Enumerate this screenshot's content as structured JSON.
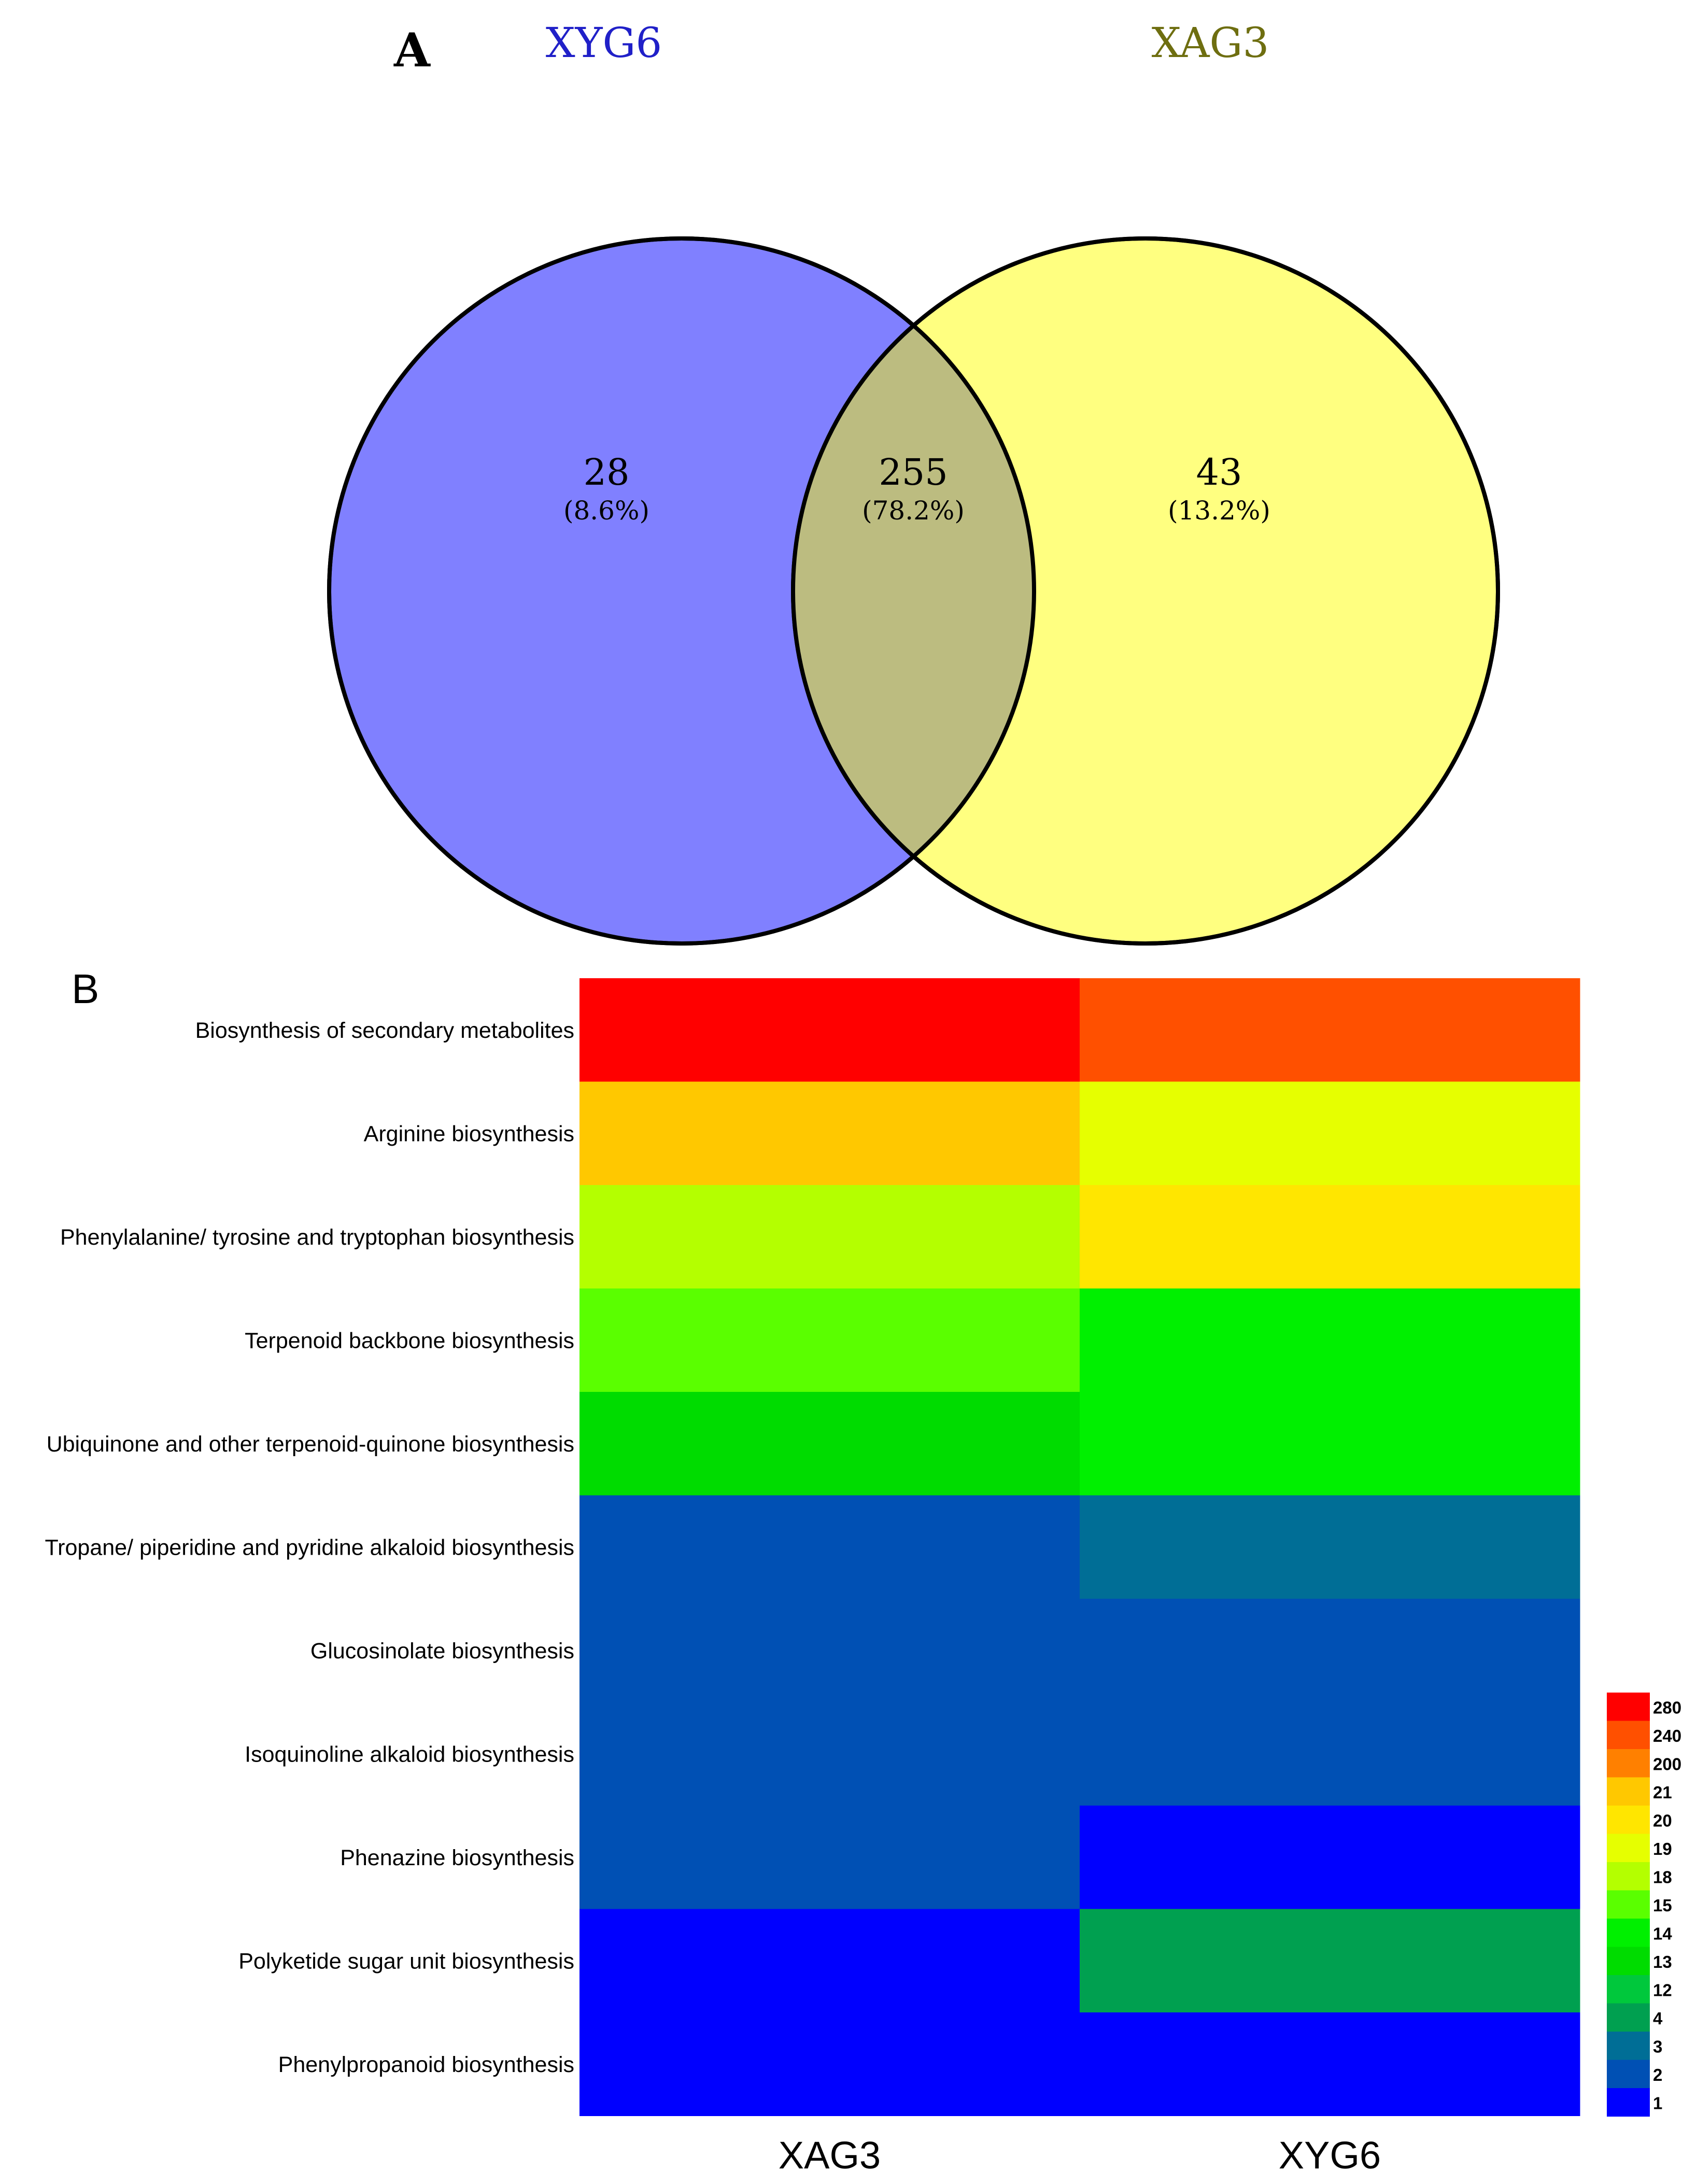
{
  "panels": {
    "venn_label": "A",
    "heatmap_label": "B"
  },
  "chart_data": [
    {
      "type": "venn",
      "sets": [
        {
          "name": "XYG6",
          "color": "#8080ff",
          "label_color": "#2020c8"
        },
        {
          "name": "XAG3",
          "color": "#ffff80",
          "label_color": "#6e6e10"
        }
      ],
      "overlap_color": "#bcbc80",
      "regions": [
        {
          "id": "xyg6_only",
          "count": "28",
          "percent": "(8.6%)"
        },
        {
          "id": "both",
          "count": "255",
          "percent": "(78.2%)"
        },
        {
          "id": "xag3_only",
          "count": "43",
          "percent": "(13.2%)"
        }
      ]
    },
    {
      "type": "heatmap",
      "columns": [
        "XAG3",
        "XYG6"
      ],
      "rows": [
        "Biosynthesis of secondary metabolites",
        "Arginine biosynthesis",
        "Phenylalanine/ tyrosine and tryptophan biosynthesis",
        "Terpenoid backbone biosynthesis",
        "Ubiquinone and other terpenoid-quinone biosynthesis",
        "Tropane/ piperidine and pyridine alkaloid biosynthesis",
        "Glucosinolate biosynthesis",
        "Isoquinoline alkaloid biosynthesis",
        "Phenazine biosynthesis",
        "Polyketide sugar unit biosynthesis",
        "Phenylpropanoid biosynthesis"
      ],
      "values": [
        [
          280,
          240
        ],
        [
          21,
          19
        ],
        [
          18,
          20
        ],
        [
          15,
          14
        ],
        [
          13,
          14
        ],
        [
          2,
          3
        ],
        [
          2,
          2
        ],
        [
          2,
          2
        ],
        [
          2,
          1
        ],
        [
          1,
          4
        ],
        [
          1,
          1
        ]
      ],
      "legend": {
        "position": "right-bottom",
        "levels": [
          {
            "value": 280,
            "color": "#ff0000"
          },
          {
            "value": 240,
            "color": "#ff5000"
          },
          {
            "value": 200,
            "color": "#ff8000"
          },
          {
            "value": 21,
            "color": "#ffc800"
          },
          {
            "value": 20,
            "color": "#ffe600"
          },
          {
            "value": 19,
            "color": "#e6ff00"
          },
          {
            "value": 18,
            "color": "#b4ff00"
          },
          {
            "value": 15,
            "color": "#5aff00"
          },
          {
            "value": 14,
            "color": "#00f000"
          },
          {
            "value": 13,
            "color": "#00dc00"
          },
          {
            "value": 12,
            "color": "#00c83c"
          },
          {
            "value": 4,
            "color": "#00a050"
          },
          {
            "value": 3,
            "color": "#006e96"
          },
          {
            "value": 2,
            "color": "#0050b4"
          },
          {
            "value": 1,
            "color": "#0000ff"
          }
        ]
      }
    }
  ]
}
